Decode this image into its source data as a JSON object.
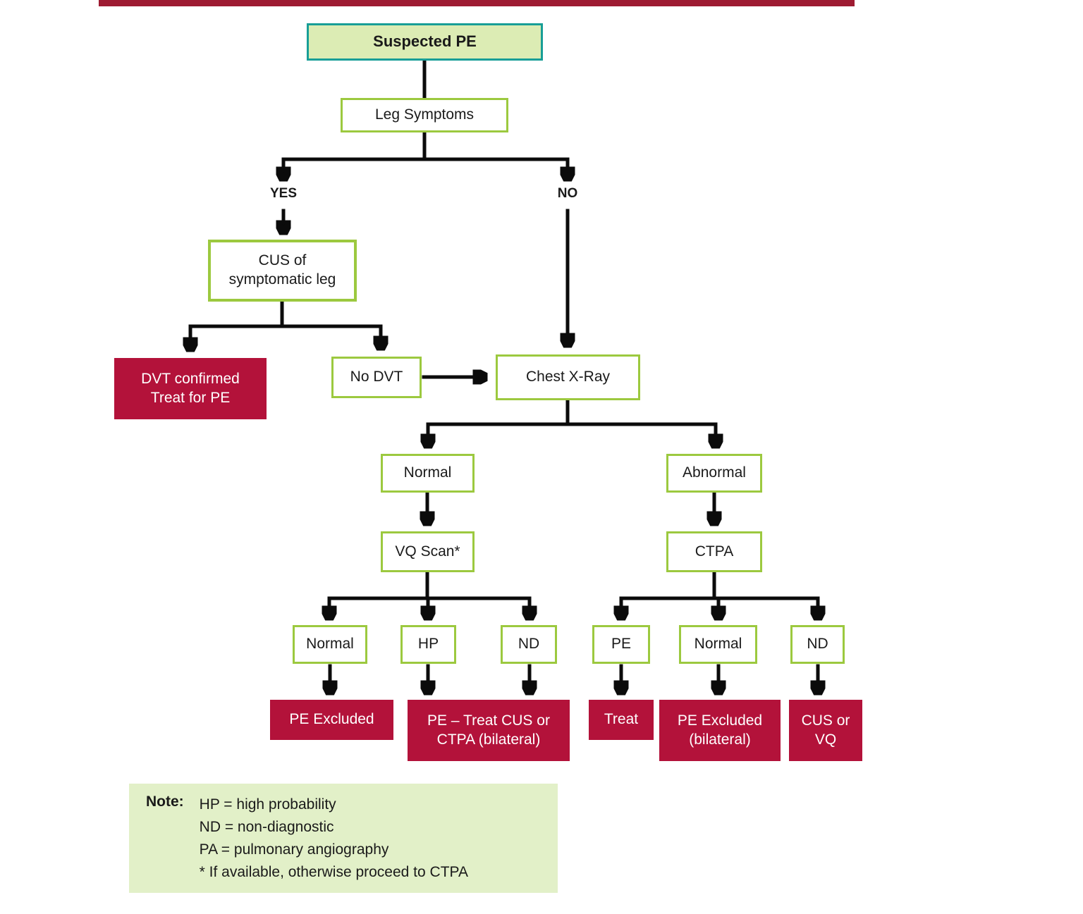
{
  "colors": {
    "green_border": "#9cc93f",
    "teal_border": "#189e97",
    "start_fill": "#dcecb4",
    "note_fill": "#e2f0c8",
    "red_fill": "#b3123a",
    "top_bar": "#9e1b32",
    "arrow": "#0b0b0b"
  },
  "branch_labels": {
    "yes": "YES",
    "no": "NO"
  },
  "nodes": {
    "suspected_pe": {
      "lines": [
        "Suspected PE"
      ]
    },
    "leg_symptoms": {
      "lines": [
        "Leg Symptoms"
      ]
    },
    "cus_leg": {
      "lines": [
        "CUS of",
        "symptomatic leg"
      ]
    },
    "dvt_confirmed": {
      "lines": [
        "DVT confirmed",
        "Treat for PE"
      ]
    },
    "no_dvt": {
      "lines": [
        "No DVT"
      ]
    },
    "chest_xray": {
      "lines": [
        "Chest X-Ray"
      ]
    },
    "cxr_normal": {
      "lines": [
        "Normal"
      ]
    },
    "cxr_abnormal": {
      "lines": [
        "Abnormal"
      ]
    },
    "vq_scan": {
      "lines": [
        "VQ Scan*"
      ]
    },
    "ctpa": {
      "lines": [
        "CTPA"
      ]
    },
    "vq_normal": {
      "lines": [
        "Normal"
      ]
    },
    "vq_hp": {
      "lines": [
        "HP"
      ]
    },
    "vq_nd": {
      "lines": [
        "ND"
      ]
    },
    "ctpa_pe": {
      "lines": [
        "PE"
      ]
    },
    "ctpa_normal": {
      "lines": [
        "Normal"
      ]
    },
    "ctpa_nd": {
      "lines": [
        "ND"
      ]
    },
    "pe_excluded": {
      "lines": [
        "PE Excluded"
      ]
    },
    "pe_treat": {
      "lines": [
        "PE – Treat CUS or",
        "CTPA (bilateral)"
      ]
    },
    "treat": {
      "lines": [
        "Treat"
      ]
    },
    "pe_excluded_bilateral": {
      "lines": [
        "PE Excluded",
        "(bilateral)"
      ]
    },
    "cus_or_vq": {
      "lines": [
        "CUS or",
        "VQ"
      ]
    }
  },
  "note": {
    "heading": "Note:",
    "lines": [
      "HP = high probability",
      "ND = non-diagnostic",
      "PA = pulmonary angiography",
      "* If available, otherwise proceed to CTPA"
    ]
  }
}
